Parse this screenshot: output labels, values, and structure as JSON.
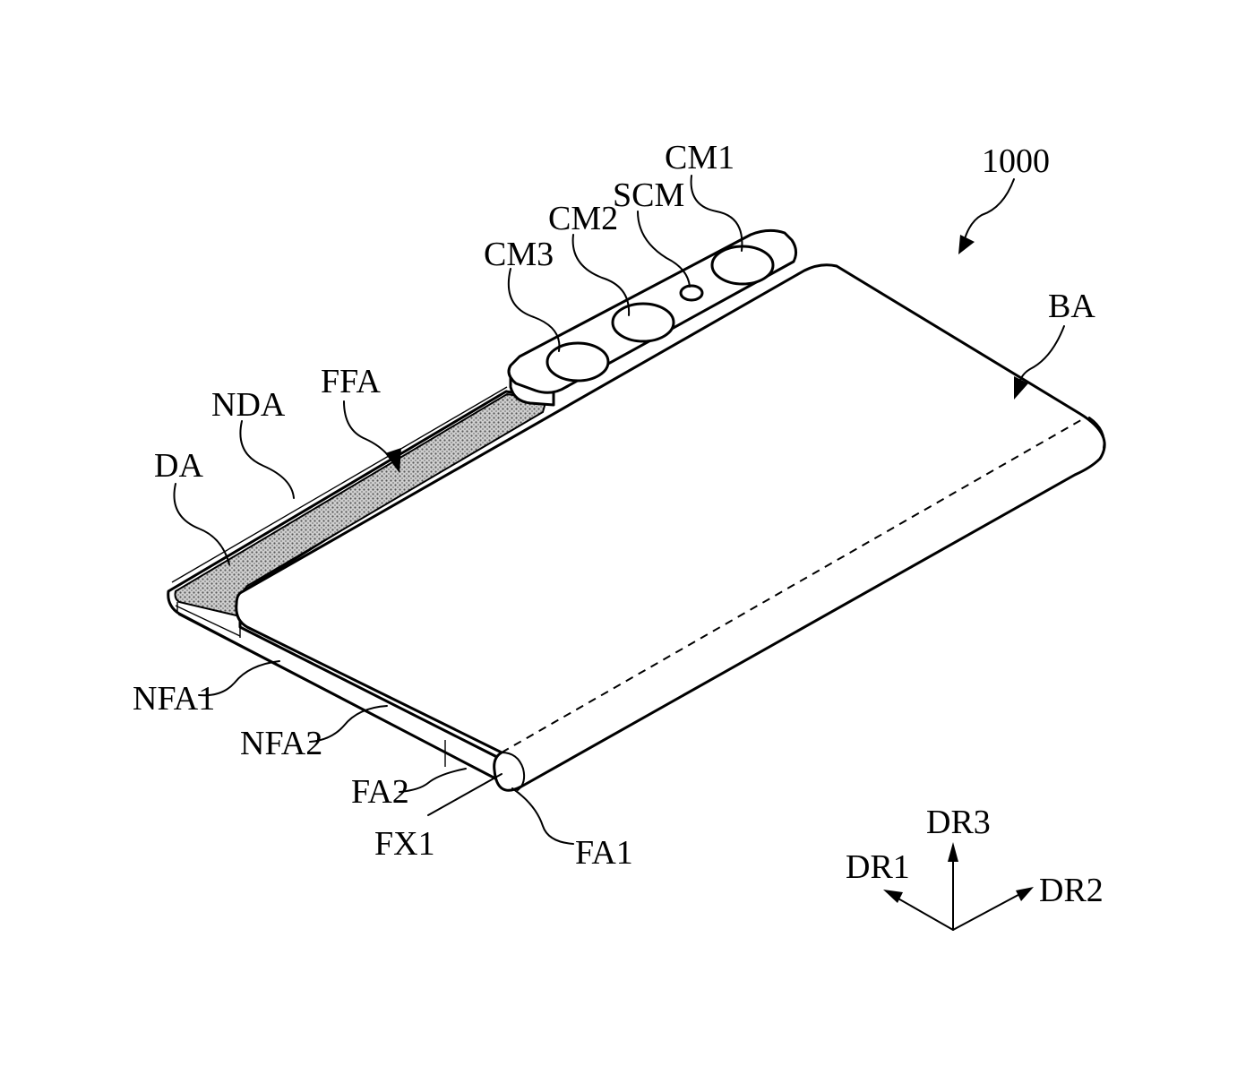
{
  "figure": {
    "device_ref": "1000",
    "labels": {
      "cm1": "CM1",
      "scm": "SCM",
      "cm2": "CM2",
      "cm3": "CM3",
      "ffa": "FFA",
      "nda": "NDA",
      "da": "DA",
      "ba": "BA",
      "nfa1": "NFA1",
      "nfa2": "NFA2",
      "fa2": "FA2",
      "fx1": "FX1",
      "fa1": "FA1"
    },
    "axes": {
      "dr1": "DR1",
      "dr2": "DR2",
      "dr3": "DR3"
    }
  }
}
